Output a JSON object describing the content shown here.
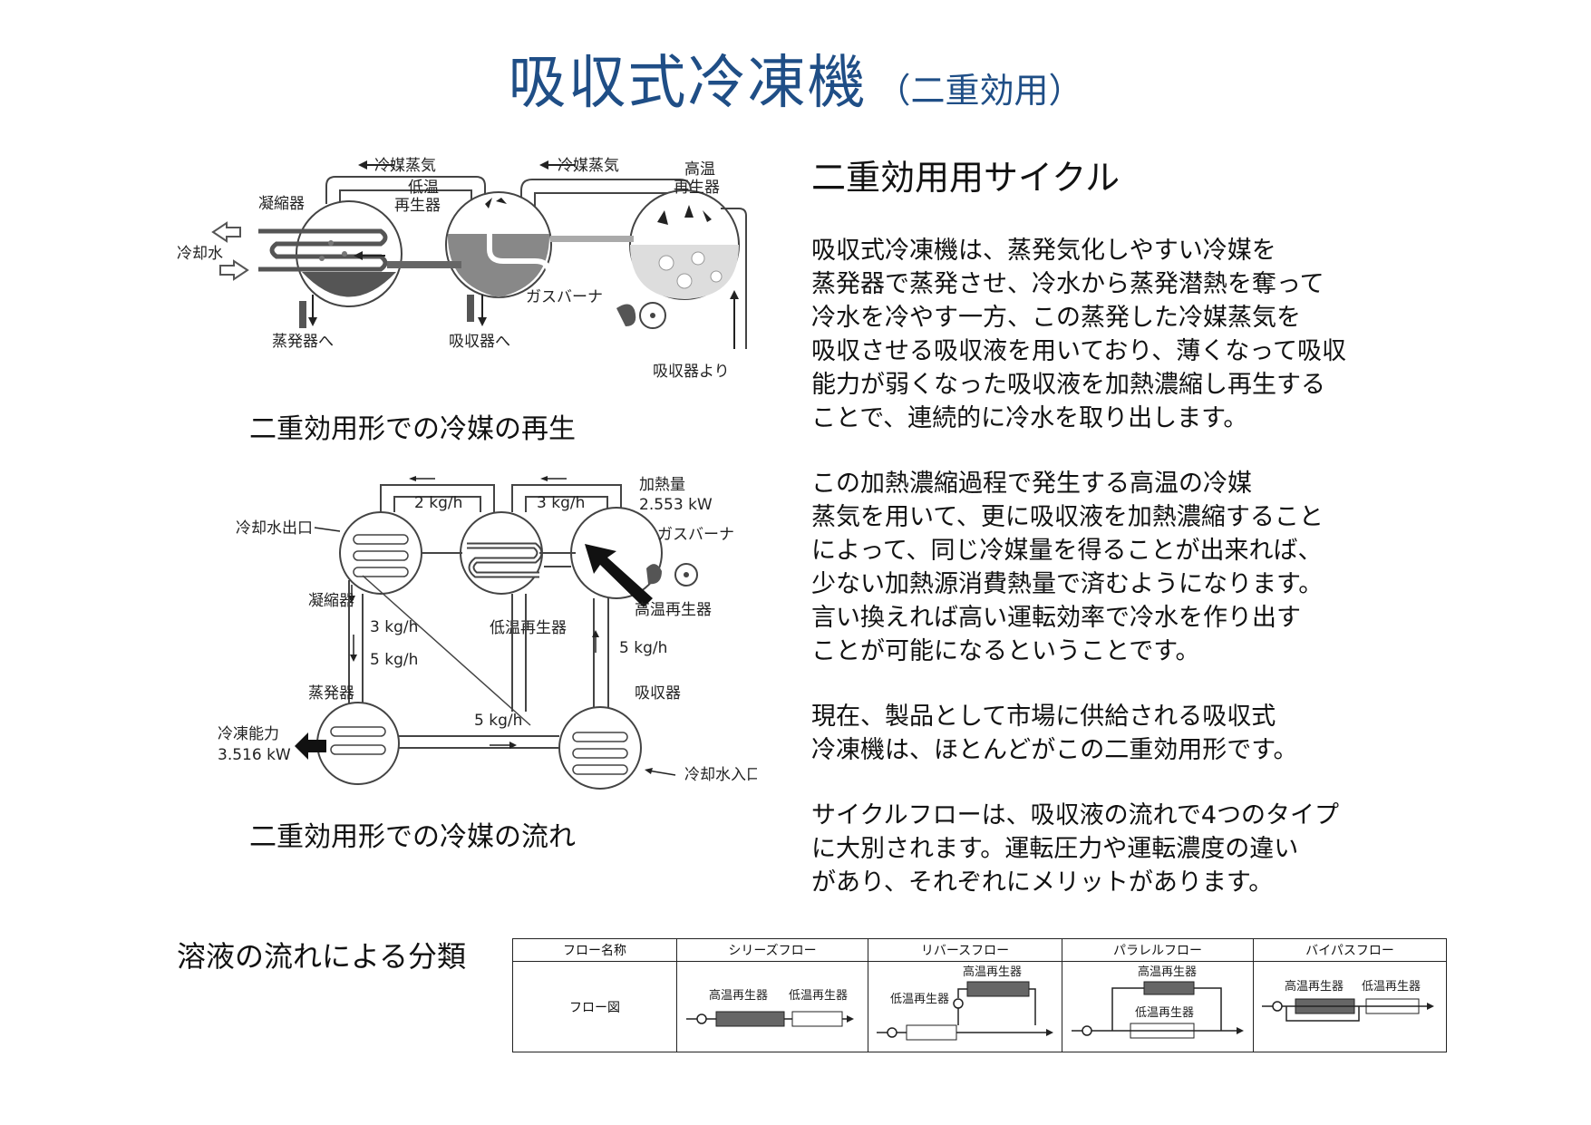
{
  "title": {
    "main": "吸収式冷凍機",
    "sub": "（二重効用）"
  },
  "diagram1": {
    "caption": "二重効用形での冷媒の再生",
    "labels": {
      "vapor_left": "冷媒蒸気",
      "vapor_right": "冷媒蒸気",
      "high_temp_1": "高温",
      "high_temp_2": "再生器",
      "condenser": "凝縮器",
      "low_temp_1": "低温",
      "low_temp_2": "再生器",
      "cooling_water": "冷却水",
      "gas_burner": "ガスバーナ",
      "to_evaporator": "蒸発器へ",
      "to_absorber": "吸収器へ",
      "from_absorber": "吸収器より"
    }
  },
  "diagram2": {
    "caption": "二重効用形での冷媒の流れ",
    "labels": {
      "flow_2": "2 kg/h",
      "flow_3_top": "3 kg/h",
      "heat_1": "加熱量",
      "heat_2": "2.553 kW",
      "cooling_out": "冷却水出口",
      "gas_burner": "ガスバーナ",
      "condenser": "凝縮器",
      "high_gen": "高温再生器",
      "flow_3_mid": "3 kg/h",
      "low_gen": "低温再生器",
      "flow_5_left": "5 kg/h",
      "flow_5_right": "5 kg/h",
      "evaporator": "蒸発器",
      "absorber": "吸収器",
      "flow_5_bottom": "5 kg/h",
      "cap_1": "冷凍能力",
      "cap_2": "3.516 kW",
      "cooling_in": "冷却水入口"
    }
  },
  "section": {
    "heading": "二重効用用サイクル",
    "paragraphs": [
      [
        "吸収式冷凍機は、蒸発気化しやすい冷媒を",
        "蒸発器で蒸発させ、冷水から蒸発潜熱を奪って",
        "冷水を冷やす一方、この蒸発した冷媒蒸気を",
        "吸収させる吸収液を用いており、薄くなって吸収",
        "能力が弱くなった吸収液を加熱濃縮し再生する",
        "ことで、連続的に冷水を取り出します。"
      ],
      [
        "この加熱濃縮過程で発生する高温の冷媒",
        "蒸気を用いて、更に吸収液を加熱濃縮すること",
        "によって、同じ冷媒量を得ることが出来れば、",
        "少ない加熱源消費熱量で済むようになります。",
        "言い換えれば高い運転効率で冷水を作り出す",
        "ことが可能になるということです。"
      ],
      [
        "現在、製品として市場に供給される吸収式",
        "冷凍機は、ほとんどがこの二重効用形です。"
      ],
      [
        "サイクルフローは、吸収液の流れで4つのタイプ",
        "に大別されます。運転圧力や運転濃度の違い",
        "があり、それぞれにメリットがあります。"
      ]
    ]
  },
  "table": {
    "title": "溶液の流れによる分類",
    "headers": [
      "フロー名称",
      "シリーズフロー",
      "リバースフロー",
      "パラレルフロー",
      "バイパスフロー"
    ],
    "row_label": "フロー図",
    "series": {
      "high": "高温再生器",
      "low": "低温再生器"
    },
    "reverse": {
      "high": "高温再生器",
      "low": "低温再生器"
    },
    "parallel": {
      "high": "高温再生器",
      "low": "低温再生器"
    },
    "bypass": {
      "high": "高温再生器",
      "low": "低温再生器"
    }
  }
}
